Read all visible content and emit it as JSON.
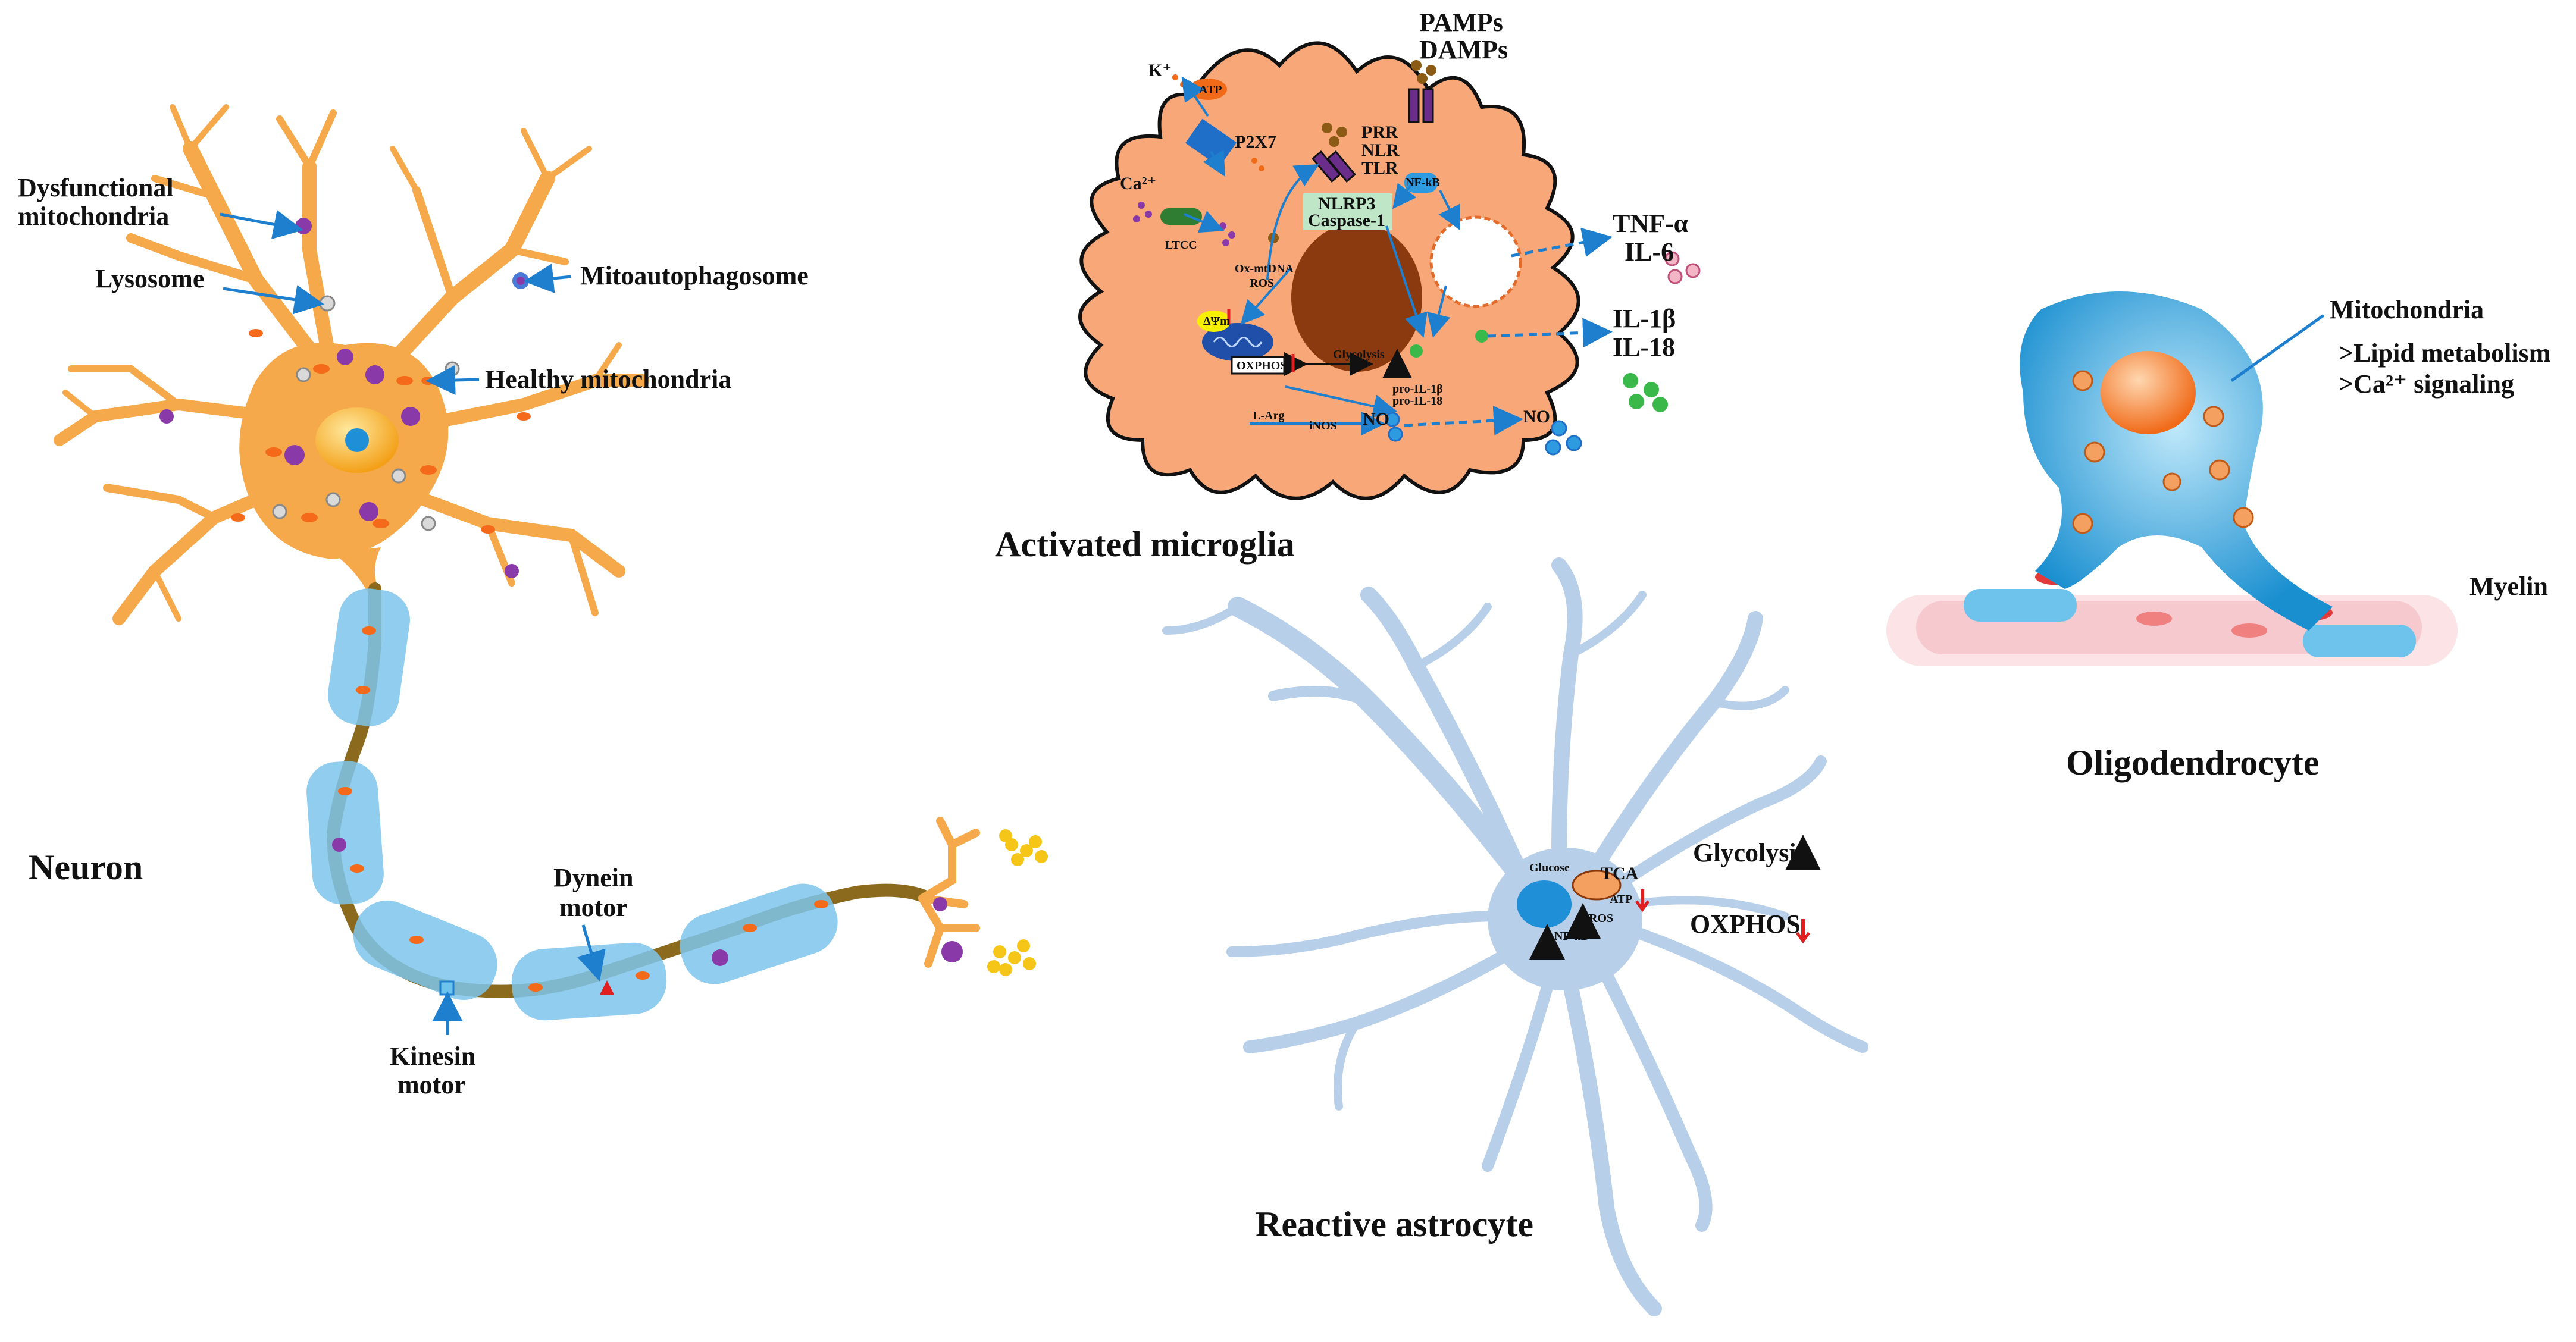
{
  "neuron": {
    "title": "Neuron",
    "labels": {
      "dysfunctional_1": "Dysfunctional",
      "dysfunctional_2": "mitochondria",
      "lysosome": "Lysosome",
      "mitoautophagosome": "Mitoautophagosome",
      "healthy": "Healthy mitochondria",
      "dynein_1": "Dynein",
      "dynein_2": "motor",
      "kinesin_1": "Kinesin",
      "kinesin_2": "motor"
    }
  },
  "microglia": {
    "title": "Activated microglia",
    "labels": {
      "pamps": "PAMPs",
      "damps": "DAMPs",
      "k_ion": "K⁺",
      "atp_top": "ATP",
      "p2x7": "P2X7",
      "ca_ion": "Ca²⁺",
      "ltcc": "LTCC",
      "prr": "PRR",
      "nlr": "NLR",
      "tlr": "TLR",
      "nfkb": "NF-kB",
      "nlrp3": "NLRP3",
      "caspase": "Caspase-1",
      "ox_mtdna": "Ox-mtDNA",
      "ros": "ROS",
      "psi": "ΔΨm",
      "oxphos": "OXPHOS",
      "glycolysis": "Glycolysis",
      "pro_il1b": "pro-IL-1β",
      "pro_il18": "pro-IL-18",
      "l_arg": "L-Arg",
      "inos": "iNOS",
      "no_inside": "NO",
      "tnf": "TNF-α",
      "il6": "IL-6",
      "il1b": "IL-1β",
      "il18": "IL-18",
      "no_out": "NO"
    }
  },
  "astrocyte": {
    "title": "Reactive astrocyte",
    "labels": {
      "glucose": "Glucose",
      "tca": "TCA",
      "atp": "ATP",
      "ros": "ROS",
      "nfkb": "NF-kB",
      "glycolysis": "Glycolysis",
      "oxphos": "OXPHOS"
    }
  },
  "oligodendrocyte": {
    "title": "Oligodendrocyte",
    "labels": {
      "mitochondria": "Mitochondria",
      "lipid": ">Lipid metabolism",
      "ca_signal": ">Ca²⁺ signaling",
      "myelin": "Myelin"
    }
  },
  "colors": {
    "neuron_orange": "#f5a94a",
    "axon_brown": "#8b6a1e",
    "myelin_blue": "#7cc4ec",
    "microglia_orange": "#f8a878",
    "nucleus_brown": "#8a3a0e",
    "astrocyte_blue": "#b7cfe9",
    "oligo_blue": "#2ea6dd",
    "arrow_blue": "#1f7fcf",
    "up_green": "#1f6b1f",
    "down_red": "#e02020"
  }
}
